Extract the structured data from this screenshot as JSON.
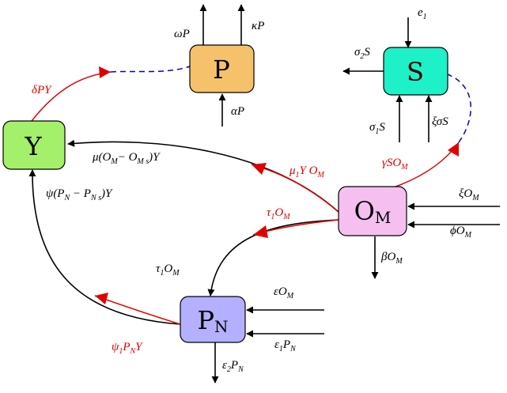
{
  "nodes": {
    "P": {
      "letter": "P",
      "sub": "",
      "fill": "#f5c26b"
    },
    "S": {
      "letter": "S",
      "sub": "",
      "fill": "#1ef0c8"
    },
    "Y": {
      "letter": "Y",
      "sub": "",
      "fill": "#a4f06a"
    },
    "OM": {
      "letter": "O",
      "sub": "M",
      "fill": "#f5c0f0"
    },
    "PN": {
      "letter": "P",
      "sub": "N",
      "fill": "#b4b0ff"
    }
  },
  "colors": {
    "black": "#000000",
    "red": "#e00000",
    "blue_dash": "#0000d0"
  },
  "labels": {
    "omegaP": "ωP",
    "kappaP": "κP",
    "alphaP": "αP",
    "deltaPY": "δPY",
    "e1": "e",
    "e1_sub": "1",
    "sigma2S": "σ",
    "sigma2S_sub": "2",
    "sigma2S_tail": "S",
    "sigma1S": "σ",
    "sigma1S_sub": "1",
    "sigma1S_tail": "S",
    "xiSigmaS": "ξσS",
    "gammaSOM": "γSO",
    "gammaSOM_sub": "M",
    "muOM": "μ(O",
    "muOM_sub1": "M",
    "muOM_mid": "− O",
    "muOM_sub2": "M s",
    "muOM_tail": ")Y",
    "mu1YOM": "μ",
    "mu1YOM_sub1": "1",
    "mu1YOM_mid": "Y O",
    "mu1YOM_sub2": "M",
    "tau1OM_red": "τ",
    "tau1OM_red_sub1": "1",
    "tau1OM_red_mid": "O",
    "tau1OM_red_sub2": "M",
    "xiOM": "ξO",
    "xiOM_sub": "M",
    "phiOM": "ϕO",
    "phiOM_sub": "M",
    "psiPN": "ψ(P",
    "psiPN_sub1": "N",
    "psiPN_mid": " − P",
    "psiPN_sub2": "N s",
    "psiPN_tail": ")Y",
    "betaOM": "βO",
    "betaOM_sub": "M",
    "tau1OM_black": "τ",
    "tau1OM_black_sub1": "1",
    "tau1OM_black_mid": "O",
    "tau1OM_black_sub2": "M",
    "epsOM": "εO",
    "epsOM_sub": "M",
    "eps1PN": "ε",
    "eps1PN_sub1": "1",
    "eps1PN_mid": "P",
    "eps1PN_sub2": "N",
    "eps2PN": "ε",
    "eps2PN_sub1": "2",
    "eps2PN_mid": "P",
    "eps2PN_sub2": "N",
    "psi1PNY": "ψ",
    "psi1PNY_sub1": "1",
    "psi1PNY_mid": "P",
    "psi1PNY_sub2": "N",
    "psi1PNY_tail": "Y"
  }
}
